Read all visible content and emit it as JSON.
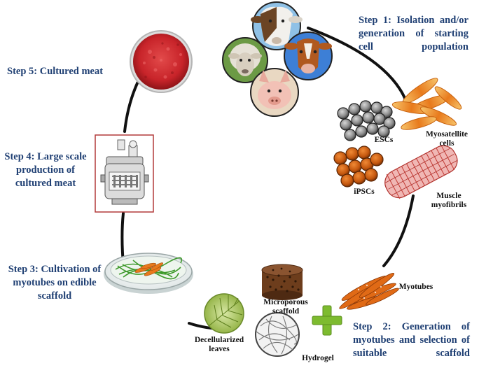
{
  "steps": {
    "step1": "Step 1: Isolation and/or generation of starting cell population",
    "step2": "Step 2: Generation of myotubes and selection of suitable scaffold",
    "step3": "Step 3: Cultivation of myotubes on edible scaffold",
    "step4": "Step 4: Large scale production of cultured meat",
    "step5": "Step 5: Cultured meat"
  },
  "cell_labels": {
    "escs": "ESCs",
    "myosatellite": "Myosatellite cells",
    "ipscs": "iPSCs",
    "muscle": "Muscle myofibrils",
    "myotubes": "Myotubes"
  },
  "scaffold_labels": {
    "microporous": "Microporous scaffold",
    "leaves": "Decellularized leaves",
    "hydrogel": "Hydrogel"
  },
  "colors": {
    "step_text": "#1f3f73",
    "cycle_line": "#111111",
    "meat_red": "#c8242a",
    "cell_orange": "#e87a1c",
    "plus_green": "#7dbb2f"
  }
}
